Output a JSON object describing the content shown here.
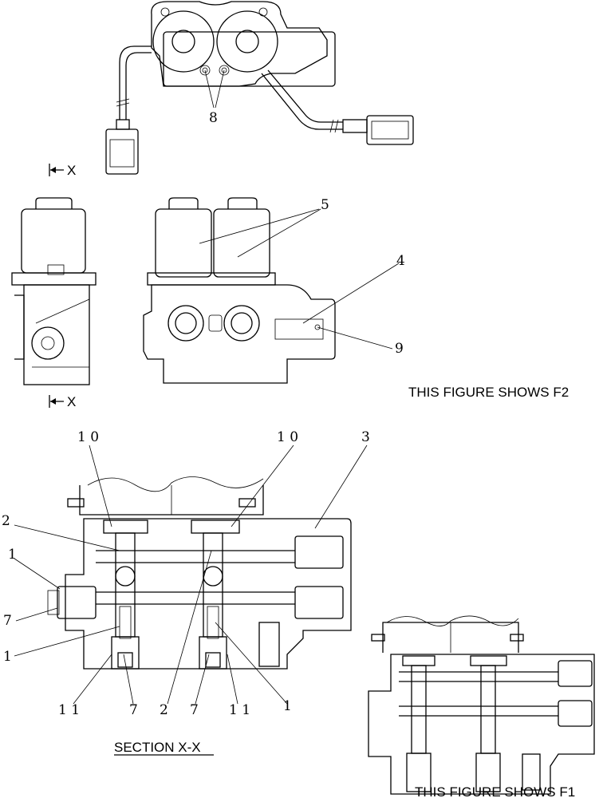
{
  "captions": {
    "f2": "THIS FIGURE SHOWS  F2",
    "f1": "THIS FIGURE SHOWS  F1",
    "section": "SECTION   X-X"
  },
  "section_markers": {
    "top": "X",
    "bottom": "X"
  },
  "callouts": {
    "c8": "8",
    "c5": "5",
    "c4": "4",
    "c9": "9",
    "c3": "3",
    "c10a": "1 0",
    "c10b": "1 0",
    "c2a": "2",
    "c1a": "1",
    "c7a": "7",
    "c1b": "1",
    "c11a": "1 1",
    "c7b": "7",
    "c2b": "2",
    "c7c": "7",
    "c11b": "1 1",
    "c1c": "1"
  }
}
